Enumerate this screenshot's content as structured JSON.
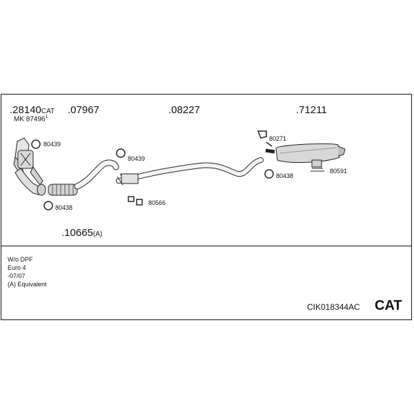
{
  "parts": {
    "p28140": "28140",
    "p28140_suffix": "CAT",
    "mk_label": "MK 87496",
    "mk_sup": "1",
    "p07967": "07967",
    "p08227": "08227",
    "p71211": "71211",
    "p10665": "10665",
    "p10665_suffix": "(A)"
  },
  "clamps": {
    "c80439_a": "80439",
    "c80438_a": "80438",
    "c80439_b": "80439",
    "c80566": "80566",
    "c80271": "80271",
    "c80438_b": "80438",
    "c80591": "80591"
  },
  "notes": {
    "line1": "W/o DPF",
    "line2": "Euro 4",
    "line3": "-07/07",
    "line4": "(A) Equivalent"
  },
  "footer": {
    "code": "CIK018344AC",
    "type": "CAT"
  }
}
